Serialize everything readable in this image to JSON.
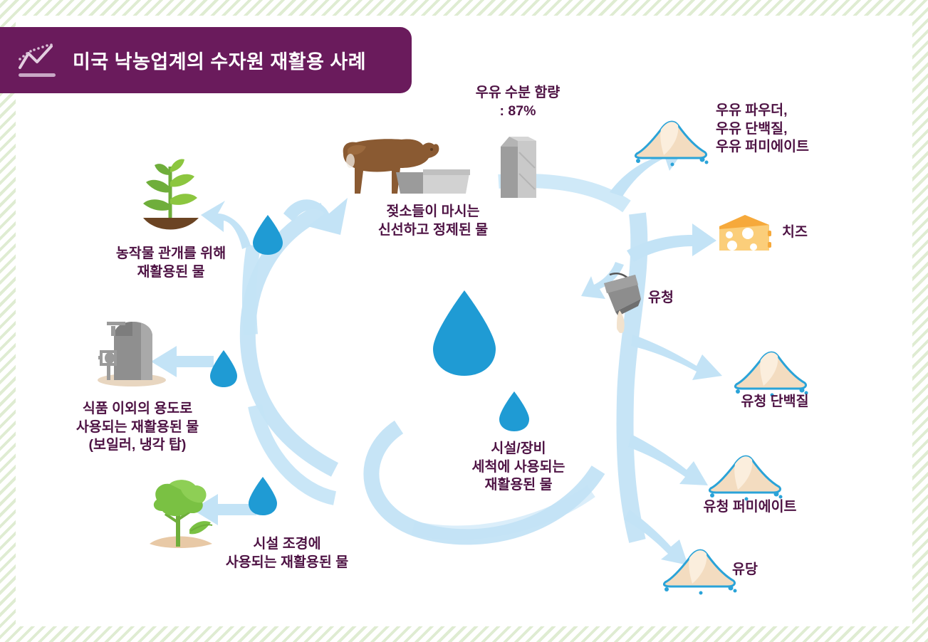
{
  "header": {
    "title": "미국 낙농업계의 수자원 재활용 사례",
    "icon": "line-chart-icon",
    "bar_color": "#6a1b5c",
    "text_color": "#ffffff"
  },
  "theme": {
    "text_purple": "#4e1344",
    "flow_blue": "#c3e3f6",
    "droplet_blue": "#1f9bd4",
    "border_green": "#dfecd2",
    "cow_brown": "#8a5a32",
    "cheese_orange": "#f6a93b",
    "cheese_body": "#fbce7a",
    "powder_tan": "#f3dcc0",
    "powder_outline": "#2aa3d8",
    "tank_gray": "#9a9a9a",
    "tree_green": "#7ac143"
  },
  "nodes": {
    "milk_water_content": {
      "label": "우유 수분 함량\n: 87%",
      "value": "87%",
      "icon": "milk-carton-icon"
    },
    "cow_drinking_water": {
      "label": "젖소들이 마시는\n신선하고 정제된 물",
      "icon": "cow-icon"
    },
    "milk_powder": {
      "label": "우유 파우더,\n우유 단백질,\n우유 퍼미에이트",
      "icon": "powder-pile-icon"
    },
    "cheese": {
      "label": "치즈",
      "icon": "cheese-icon"
    },
    "whey": {
      "label": "유청",
      "icon": "pouring-bucket-icon"
    },
    "whey_protein": {
      "label": "유청 단백질",
      "icon": "powder-pile-icon"
    },
    "whey_permeate": {
      "label": "유청 퍼미에이트",
      "icon": "powder-pile-icon"
    },
    "lactose": {
      "label": "유당",
      "icon": "powder-pile-icon"
    },
    "crop_irrigation": {
      "label": "농작물 관개를 위해\n재활용된 물",
      "icon": "corn-plant-icon"
    },
    "non_food_use": {
      "label": "식품 이외의 용도로\n사용되는 재활용된 물\n(보일러, 냉각 탑)",
      "icon": "storage-tank-icon"
    },
    "facility_landscaping": {
      "label": "시설 조경에\n사용되는 재활용된 물",
      "icon": "tree-icon"
    },
    "equipment_washing": {
      "label": "시설/장비\n세척에 사용되는\n재활용된 물",
      "icon": "water-droplet-icon"
    },
    "center_droplet": {
      "icon": "water-droplet-icon"
    }
  },
  "chart_data": {
    "type": "diagram",
    "title": "미국 낙농업계의 수자원 재활용 사례",
    "flow_type": "water-recycling-cycle",
    "annotations": [
      {
        "label": "우유 수분 함량",
        "value": "87%"
      }
    ],
    "outputs_right": [
      "우유 파우더, 우유 단백질, 우유 퍼미에이트",
      "치즈",
      "유청",
      "유청 단백질",
      "유청 퍼미에이트",
      "유당"
    ],
    "recycled_uses_left": [
      "농작물 관개를 위해 재활용된 물",
      "식품 이외의 용도로 사용되는 재활용된 물 (보일러, 냉각 탑)",
      "시설 조경에 사용되는 재활용된 물",
      "시설/장비 세척에 사용되는 재활용된 물"
    ],
    "source_node": "젖소들이 마시는 신선하고 정제된 물"
  }
}
